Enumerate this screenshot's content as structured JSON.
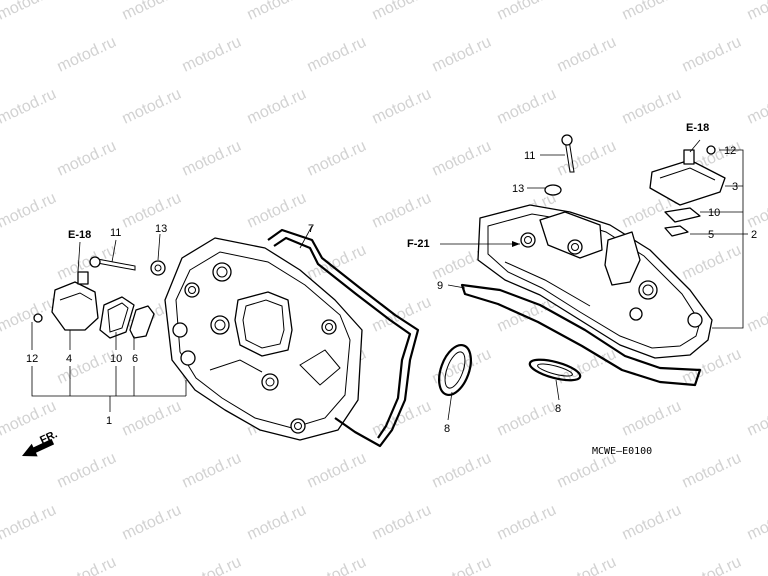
{
  "watermark": "motod.ru",
  "figure_code": "MCWE–E0100",
  "direction_label": "FR.",
  "labels": {
    "e18_left": "E-18",
    "e18_right": "E-18",
    "f21": "F-21",
    "p1": "1",
    "p2": "2",
    "p3": "3",
    "p4": "4",
    "p5": "5",
    "p6": "6",
    "p7": "7",
    "p8_left": "8",
    "p8_right": "8",
    "p9": "9",
    "p10_left": "10",
    "p10_right": "10",
    "p11_left": "11",
    "p11_right": "11",
    "p12_left": "12",
    "p12_right": "12",
    "p13_left": "13",
    "p13_right": "13"
  }
}
